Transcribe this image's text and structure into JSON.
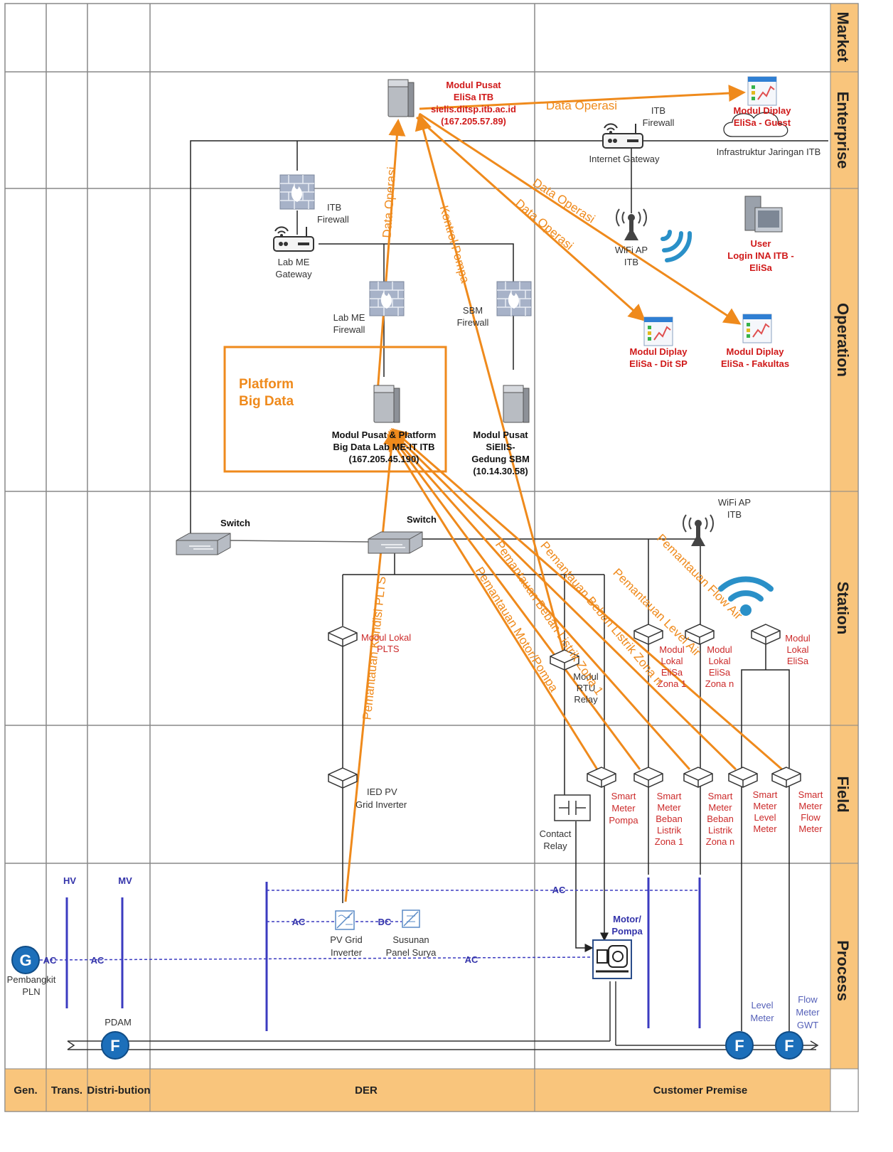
{
  "zones": [
    "Market",
    "Enterprise",
    "Operation",
    "Station",
    "Field",
    "Process"
  ],
  "domains": [
    "Gen.",
    "Trans.",
    "Distri-bution",
    "DER",
    "Customer Premise"
  ],
  "colors": {
    "zone_bar": "#f9c57c",
    "flow_orange": "#ef8a1c",
    "ac_blue": "#3b3bc0",
    "red_label": "#d01a1a",
    "grid": "#888888"
  },
  "enterprise": {
    "modul_pusat": [
      "Modul Pusat",
      "EliSa ITB",
      "sielis.ditsp.itb.ac.id",
      "(167.205.57.89)"
    ],
    "itb_firewall_top": [
      "ITB",
      "Firewall"
    ],
    "internet_gateway": "Internet Gateway",
    "infra": "Infrastruktur Jaringan ITB",
    "display_guest": [
      "Modul Diplay",
      "EliSa - Guest"
    ]
  },
  "operation": {
    "itb_firewall": [
      "ITB",
      "Firewall"
    ],
    "labme_gateway": [
      "Lab ME",
      "Gateway"
    ],
    "labme_firewall": [
      "Lab ME",
      "Firewall"
    ],
    "sbm_firewall": [
      "SBM",
      "Firewall"
    ],
    "wifi_ap": [
      "WiFi AP",
      "ITB"
    ],
    "user_login": [
      "User",
      "Login INA ITB -",
      "EliSa"
    ],
    "display_ditsp": [
      "Modul Diplay",
      "EliSa - Dit SP"
    ],
    "display_fakultas": [
      "Modul Diplay",
      "EliSa - Fakultas"
    ],
    "platform": [
      "Platform",
      "Big Data"
    ],
    "modul_pusat_platform": [
      "Modul Pusat & Platform",
      "Big Data Lab ME-IT ITB",
      "(167.205.45.190)"
    ],
    "modul_pusat_sbm": [
      "Modul Pusat",
      "SiElIS-",
      "Gedung SBM",
      "(10.14.30.58)"
    ]
  },
  "station": {
    "switch1": "Switch",
    "switch2": "Switch",
    "wifi_ap": [
      "WiFi AP",
      "ITB"
    ],
    "lokal_plts": [
      "Modul Lokal",
      "PLTS"
    ],
    "lokal_rtu": [
      "Modul",
      "RTU",
      "Relay"
    ],
    "lokal_zona1": [
      "Modul",
      "Lokal",
      "EliSa",
      "Zona 1"
    ],
    "lokal_zonan": [
      "Modul",
      "Lokal",
      "EliSa",
      "Zona n"
    ],
    "lokal_elisa": [
      "Modul",
      "Lokal",
      "EliSa"
    ]
  },
  "field": {
    "ied_pv": [
      "IED PV",
      "Grid Inverter"
    ],
    "contact_relay": [
      "Contact",
      "Relay"
    ],
    "sm_pompa": [
      "Smart",
      "Meter",
      "Pompa"
    ],
    "sm_zona1": [
      "Smart",
      "Meter",
      "Beban",
      "Listrik",
      "Zona 1"
    ],
    "sm_zonan": [
      "Smart",
      "Meter",
      "Beban",
      "Listrik",
      "Zona n"
    ],
    "sm_level": [
      "Smart",
      "Meter",
      "Level",
      "Meter"
    ],
    "sm_flow": [
      "Smart",
      "Meter",
      "Flow",
      "Meter"
    ]
  },
  "process": {
    "hv": "HV",
    "mv": "MV",
    "ac": "AC",
    "dc": "DC",
    "pv_inverter": [
      "PV Grid",
      "Inverter"
    ],
    "panel_surya": [
      "Susunan",
      "Panel Surya"
    ],
    "motor": [
      "Motor/",
      "Pompa"
    ],
    "pembangkit": [
      "Pembangkit",
      "PLN"
    ],
    "pdam": "PDAM",
    "level_meter": [
      "Level",
      "Meter"
    ],
    "flow_meter": [
      "Flow",
      "Meter",
      "GWT"
    ],
    "g_symbol": "G",
    "f_symbol": "F"
  },
  "flows": {
    "data_operasi": "Data Operasi",
    "kontrol_pompa": "Kontrol Pompa",
    "kondisi_plts": "Pemantauan Kondisi PLTS",
    "motor_pompa": "Pemantauan Motor/Pompa",
    "beban_1": "Pemantauan Beban Listrik Zona 1",
    "beban_n": "Pemantauan Beban Listrik Zona n",
    "level_air": "Pemantauan Level Air",
    "flow_air": "Pemantauan Flow Air"
  }
}
